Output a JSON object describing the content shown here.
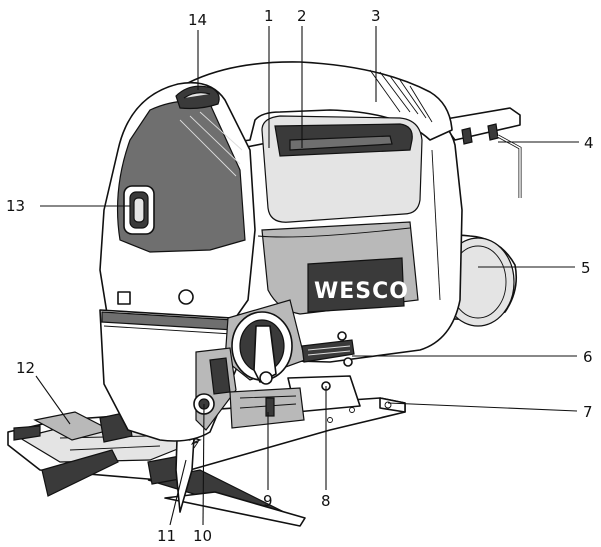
{
  "brand": "WESCO",
  "callouts": [
    {
      "id": "1",
      "label": "1"
    },
    {
      "id": "2",
      "label": "2"
    },
    {
      "id": "3",
      "label": "3"
    },
    {
      "id": "4",
      "label": "4"
    },
    {
      "id": "5",
      "label": "5"
    },
    {
      "id": "6",
      "label": "6"
    },
    {
      "id": "7",
      "label": "7"
    },
    {
      "id": "8",
      "label": "8"
    },
    {
      "id": "9",
      "label": "9"
    },
    {
      "id": "10",
      "label": "10"
    },
    {
      "id": "11",
      "label": "11"
    },
    {
      "id": "12",
      "label": "12"
    },
    {
      "id": "13",
      "label": "13"
    },
    {
      "id": "14",
      "label": "14"
    }
  ]
}
